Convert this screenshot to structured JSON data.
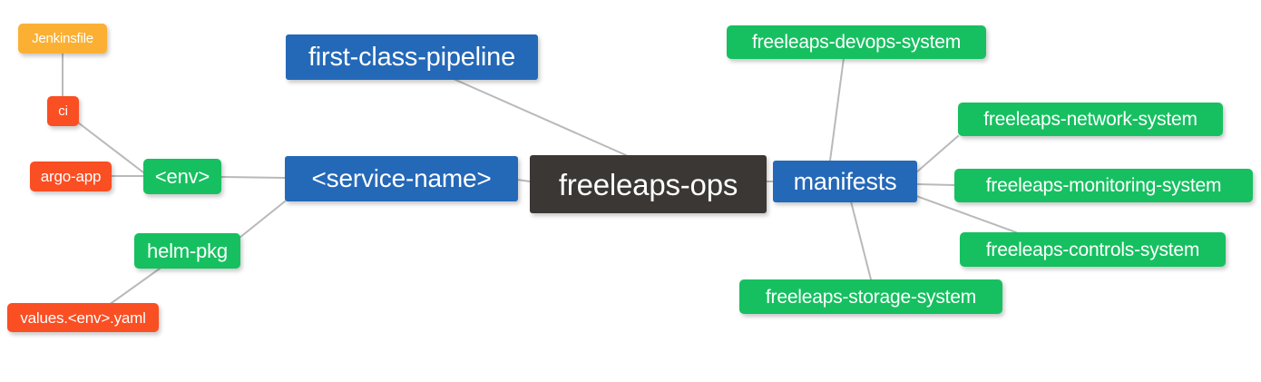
{
  "diagram": {
    "title": "freeleaps-ops repository mindmap",
    "background": "#ffffff",
    "edge_color": "#b9b9b9",
    "palette": {
      "root": "#3b3734",
      "blue": "#2468b8",
      "green": "#16c060",
      "orange": "#fbb034",
      "red": "#fa4e23",
      "text": "#ffffff"
    }
  },
  "nodes": {
    "root": {
      "label": "freeleaps-ops",
      "color": "#3b3734",
      "level": 0
    },
    "service_name": {
      "label": "<service-name>",
      "color": "#2468b8",
      "level": 1
    },
    "first_class_pipeline": {
      "label": "first-class-pipeline",
      "color": "#2468b8",
      "level": 1
    },
    "manifests": {
      "label": "manifests",
      "color": "#2468b8",
      "level": 1
    },
    "env": {
      "label": "<env>",
      "color": "#16c060",
      "level": 2
    },
    "helm_pkg": {
      "label": "helm-pkg",
      "color": "#16c060",
      "level": 2
    },
    "jenkinsfile": {
      "label": "Jenkinsfile",
      "color": "#fbb034",
      "level": 3
    },
    "ci": {
      "label": "ci",
      "color": "#fa4e23",
      "level": 3
    },
    "argo_app": {
      "label": "argo-app",
      "color": "#fa4e23",
      "level": 3
    },
    "values_yaml": {
      "label": "values.<env>.yaml",
      "color": "#fa4e23",
      "level": 3
    },
    "devops_system": {
      "label": "freeleaps-devops-system",
      "color": "#16c060",
      "level": 2
    },
    "network_system": {
      "label": "freeleaps-network-system",
      "color": "#16c060",
      "level": 2
    },
    "monitoring_system": {
      "label": "freeleaps-monitoring-system",
      "color": "#16c060",
      "level": 2
    },
    "controls_system": {
      "label": "freeleaps-controls-system",
      "color": "#16c060",
      "level": 2
    },
    "storage_system": {
      "label": "freeleaps-storage-system",
      "color": "#16c060",
      "level": 2
    }
  },
  "edges": [
    {
      "from": "jenkinsfile",
      "to": "ci"
    },
    {
      "from": "ci",
      "to": "env"
    },
    {
      "from": "argo_app",
      "to": "env"
    },
    {
      "from": "env",
      "to": "service_name"
    },
    {
      "from": "service_name",
      "to": "helm_pkg"
    },
    {
      "from": "helm_pkg",
      "to": "values_yaml"
    },
    {
      "from": "service_name",
      "to": "root"
    },
    {
      "from": "first_class_pipeline",
      "to": "root"
    },
    {
      "from": "root",
      "to": "manifests"
    },
    {
      "from": "manifests",
      "to": "devops_system"
    },
    {
      "from": "manifests",
      "to": "network_system"
    },
    {
      "from": "manifests",
      "to": "monitoring_system"
    },
    {
      "from": "manifests",
      "to": "controls_system"
    },
    {
      "from": "manifests",
      "to": "storage_system"
    }
  ]
}
